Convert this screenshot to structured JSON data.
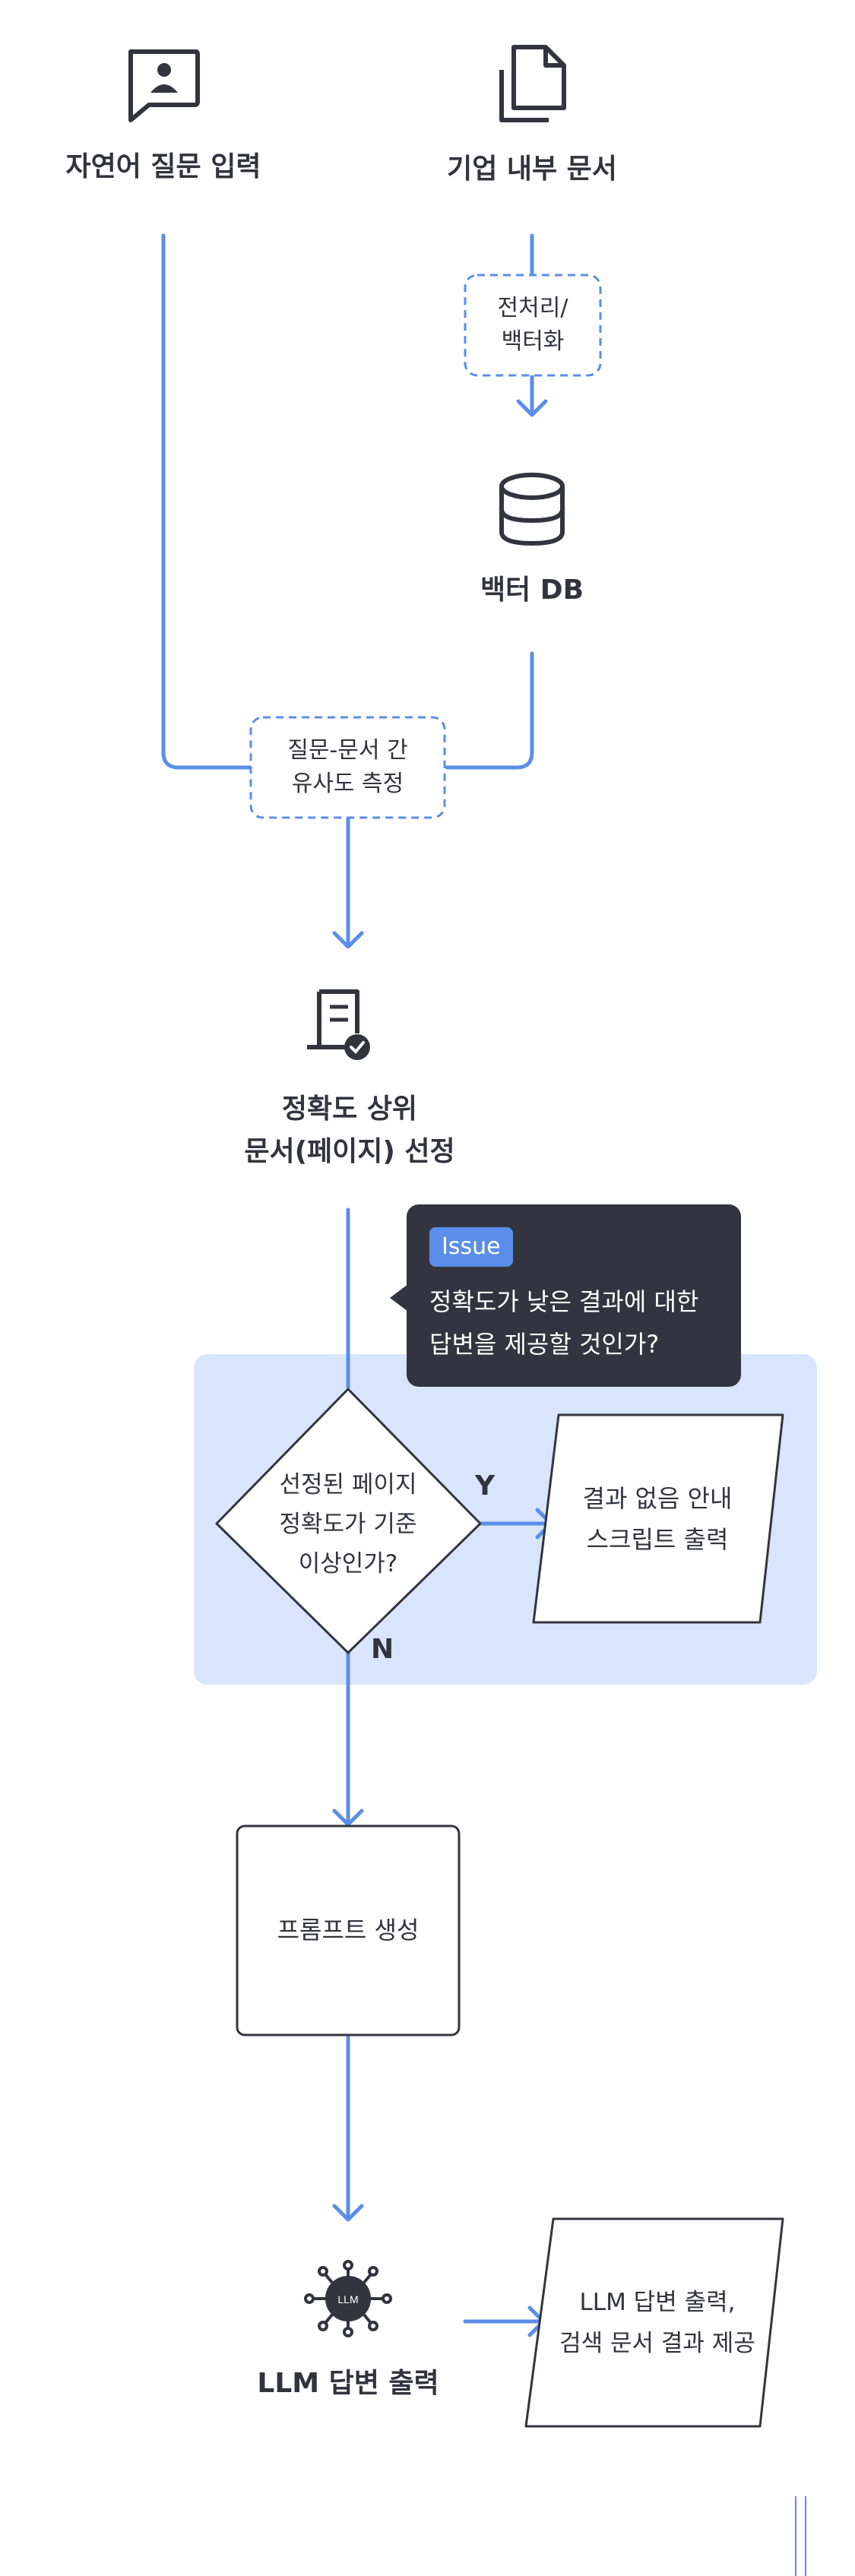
{
  "nodes": {
    "question_input": "자연어 질문 입력",
    "internal_docs": "기업 내부 문서",
    "preprocess_line1": "전처리/",
    "preprocess_line2": "백터화",
    "vector_db": "백터 DB",
    "similarity_line1": "질문-문서 간",
    "similarity_line2": "유사도 측정",
    "top_select_line1": "정확도 상위",
    "top_select_line2": "문서(페이지) 선정",
    "decision_line1": "선정된 페이지",
    "decision_line2": "정확도가 기준",
    "decision_line3": "이상인가?",
    "yes_label": "Y",
    "no_label": "N",
    "no_result_line1": "결과 없음 안내",
    "no_result_line2": "스크립트 출력",
    "prompt_gen": "프롬프트 생성",
    "llm_output": "LLM 답변 출력",
    "final_line1": "LLM 답변 출력,",
    "final_line2": "검색 문서 결과 제공",
    "llm_chip": "LLM"
  },
  "issue": {
    "badge": "Issue",
    "line1": "정확도가 낮은 결과에 대한",
    "line2": "답변을 제공할 것인가?"
  },
  "colors": {
    "accent": "#5b8ee8",
    "highlight_bg": "#d8e5fc",
    "dark": "#343440"
  }
}
